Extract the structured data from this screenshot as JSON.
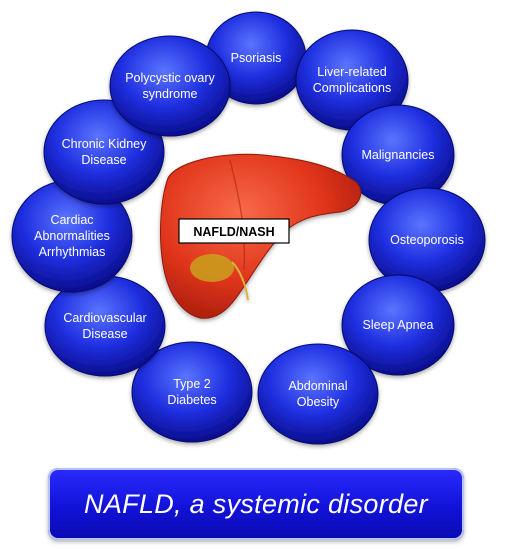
{
  "center": {
    "label": "NAFLD/NASH"
  },
  "ovals": [
    {
      "id": "psoriasis",
      "lines": [
        "Psoriasis"
      ]
    },
    {
      "id": "liver-related-complications",
      "lines": [
        "Liver-related",
        "Complications"
      ]
    },
    {
      "id": "malignancies",
      "lines": [
        "Malignancies"
      ]
    },
    {
      "id": "osteoporosis",
      "lines": [
        "Osteoporosis"
      ]
    },
    {
      "id": "sleep-apnea",
      "lines": [
        "Sleep Apnea"
      ]
    },
    {
      "id": "abdominal-obesity",
      "lines": [
        "Abdominal",
        "Obesity"
      ]
    },
    {
      "id": "type-2-diabetes",
      "lines": [
        "Type 2",
        "Diabetes"
      ]
    },
    {
      "id": "cardiovascular-disease",
      "lines": [
        "Cardiovascular",
        "Disease"
      ]
    },
    {
      "id": "cardiac-abnormalities",
      "lines": [
        "Cardiac",
        "Abnormalities",
        "Arrhythmias"
      ]
    },
    {
      "id": "chronic-kidney-disease",
      "lines": [
        "Chronic Kidney",
        "Disease"
      ]
    },
    {
      "id": "polycystic-ovary-syndrome",
      "lines": [
        "Polycystic ovary",
        "syndrome"
      ]
    }
  ],
  "banner": {
    "text": "NAFLD, a systemic disorder"
  },
  "colors": {
    "oval_light": "#4a63ff",
    "oval_dark": "#0b0f9a",
    "liver": "#e2341a",
    "banner": "#1414d6"
  }
}
